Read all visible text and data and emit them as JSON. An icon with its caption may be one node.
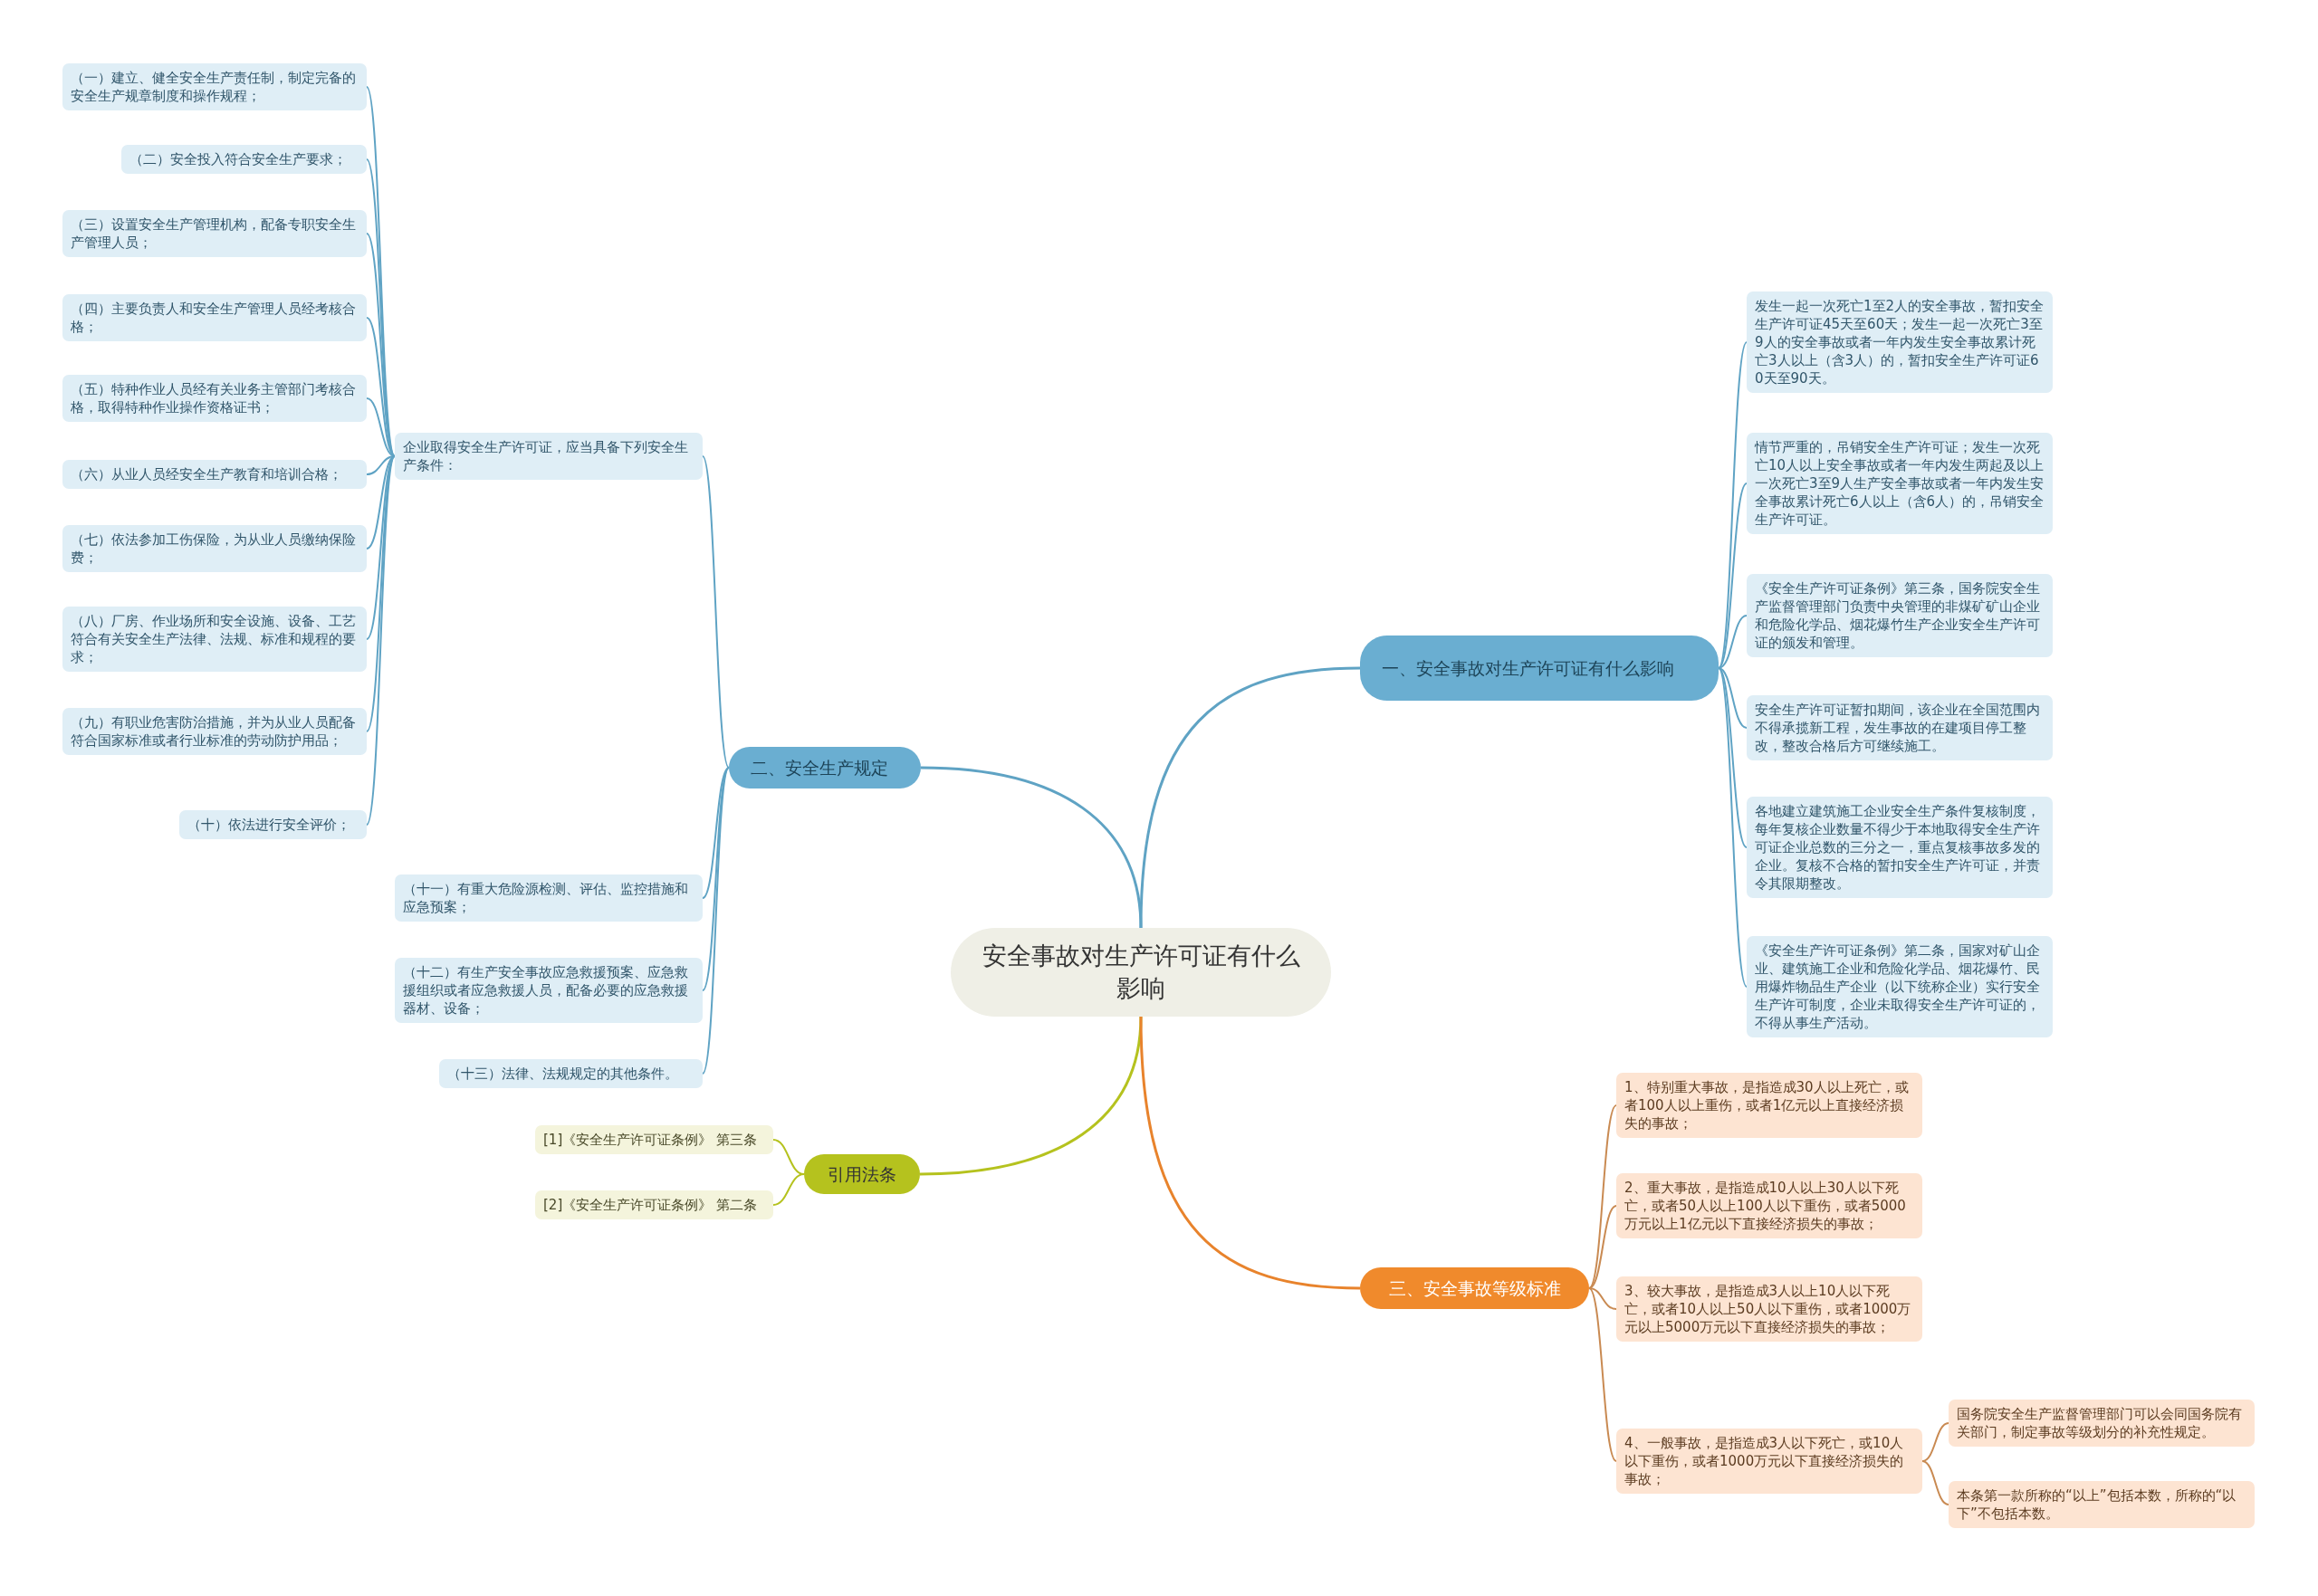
{
  "diagram": {
    "nodes": [
      {
        "text": [
          "安全事故对生产许可证有什么影响"
        ]
      },
      {
        "text": [
          "一、安全事故对生产许可证有什么影响"
        ]
      },
      {
        "text": [
          "发生一起一次死亡1至2人的安全事故，暂扣安全生产许可证45天至60天；发生一起一次死亡3至9人的安全事故或者一年内发生安全事故累计死亡3人以上（含3人）的，暂扣安全生产许可证60天至90天。"
        ]
      },
      {
        "text": [
          "情节严重的，吊销安全生产许可证；发生一次死亡10人以上安全事故或者一年内发生两起及以上一次死亡3至9人生产安全事故或者一年内发生安全事故累计死亡6人以上（含6人）的，吊销安全生产许可证。"
        ]
      },
      {
        "text": [
          "《安全生产许可证条例》第三条，国务院安全生产监督管理部门负责中央管理的非煤矿矿山企业和危险化学品、烟花爆竹生产企业安全生产许可证的颁发和管理。"
        ]
      },
      {
        "text": [
          "安全生产许可证暂扣期间，该企业在全国范围内不得承揽新工程，发生事故的在建项目停工整改，整改合格后方可继续施工。"
        ]
      },
      {
        "text": [
          "各地建立建筑施工企业安全生产条件复核制度，每年复核企业数量不得少于本地取得安全生产许可证企业总数的三分之一，重点复核事故多发的企业。复核不合格的暂扣安全生产许可证，并责令其限期整改。"
        ]
      },
      {
        "text": [
          "《安全生产许可证条例》第二条，国家对矿山企业、建筑施工企业和危险化学品、烟花爆竹、民用爆炸物品生产企业（以下统称企业）实行安全生产许可制度，企业未取得安全生产许可证的，不得从事生产活动。"
        ]
      },
      {
        "text": [
          "二、安全生产规定"
        ]
      },
      {
        "text": [
          "企业取得安全生产许可证，应当具备下列安全生产条件："
        ]
      },
      {
        "text": [
          "（一）建立、健全安全生产责任制，制定完备的安全生产规章制度和操作规程；"
        ]
      },
      {
        "text": [
          "（二）安全投入符合安全生产要求；"
        ]
      },
      {
        "text": [
          "（三）设置安全生产管理机构，配备专职安全生产管理人员；"
        ]
      },
      {
        "text": [
          "（四）主要负责人和安全生产管理人员经考核合格；"
        ]
      },
      {
        "text": [
          "（五）特种作业人员经有关业务主管部门考核合格，取得特种作业操作资格证书；"
        ]
      },
      {
        "text": [
          "（六）从业人员经安全生产教育和培训合格；"
        ]
      },
      {
        "text": [
          "（七）依法参加工伤保险，为从业人员缴纳保险费；"
        ]
      },
      {
        "text": [
          "（八）厂房、作业场所和安全设施、设备、工艺符合有关安全生产法律、法规、标准和规程的要求；"
        ]
      },
      {
        "text": [
          "（九）有职业危害防治措施，并为从业人员配备符合国家标准或者行业标准的劳动防护用品；"
        ]
      },
      {
        "text": [
          "（十）依法进行安全评价；"
        ]
      },
      {
        "text": [
          "（十一）有重大危险源检测、评估、监控措施和应急预案；"
        ]
      },
      {
        "text": [
          "（十二）有生产安全事故应急救援预案、应急救援组织或者应急救援人员，配备必要的应急救援器材、设备；"
        ]
      },
      {
        "text": [
          "（十三）法律、法规规定的其他条件。"
        ]
      },
      {
        "text": [
          "引用法条"
        ]
      },
      {
        "text": [
          "[1]《安全生产许可证条例》 第三条"
        ]
      },
      {
        "text": [
          "[2]《安全生产许可证条例》 第二条"
        ]
      },
      {
        "text": [
          "三、安全事故等级标准"
        ]
      },
      {
        "text": [
          "1、特别重大事故，是指造成30人以上死亡，或者100人以上重伤，或者1亿元以上直接经济损失的事故；"
        ]
      },
      {
        "text": [
          "2、重大事故，是指造成10人以上30人以下死亡，或者50人以上100人以下重伤，或者5000万元以上1亿元以下直接经济损失的事故；"
        ]
      },
      {
        "text": [
          "3、较大事故，是指造成3人以上10人以下死亡，或者10人以上50人以下重伤，或者1000万元以上5000万元以下直接经济损失的事故；"
        ]
      },
      {
        "text": [
          "4、一般事故，是指造成3人以下死亡，或10人以下重伤，或者1000万元以下直接经济损失的事故；"
        ]
      },
      {
        "text": [
          "国务院安全生产监督管理部门可以会同国务院有关部门，制定事故等级划分的补充性规定。"
        ]
      },
      {
        "text": [
          "本条第一款所称的“以上”包括本数，所称的“以下”不包括本数。"
        ]
      }
    ],
    "edges": [
      {
        "from": 0,
        "to": 1,
        "arrow": "none"
      },
      {
        "from": 1,
        "to": 2,
        "arrow": "none"
      },
      {
        "from": 1,
        "to": 3,
        "arrow": "none"
      },
      {
        "from": 1,
        "to": 4,
        "arrow": "none"
      },
      {
        "from": 1,
        "to": 5,
        "arrow": "none"
      },
      {
        "from": 1,
        "to": 6,
        "arrow": "none"
      },
      {
        "from": 1,
        "to": 7,
        "arrow": "none"
      },
      {
        "from": 0,
        "to": 8,
        "arrow": "none"
      },
      {
        "from": 8,
        "to": 9,
        "arrow": "none"
      },
      {
        "from": 9,
        "to": 10,
        "arrow": "none"
      },
      {
        "from": 9,
        "to": 11,
        "arrow": "none"
      },
      {
        "from": 9,
        "to": 12,
        "arrow": "none"
      },
      {
        "from": 9,
        "to": 13,
        "arrow": "none"
      },
      {
        "from": 9,
        "to": 14,
        "arrow": "none"
      },
      {
        "from": 9,
        "to": 15,
        "arrow": "none"
      },
      {
        "from": 9,
        "to": 16,
        "arrow": "none"
      },
      {
        "from": 9,
        "to": 17,
        "arrow": "none"
      },
      {
        "from": 9,
        "to": 18,
        "arrow": "none"
      },
      {
        "from": 9,
        "to": 19,
        "arrow": "none"
      },
      {
        "from": 8,
        "to": 20,
        "arrow": "none"
      },
      {
        "from": 8,
        "to": 21,
        "arrow": "none"
      },
      {
        "from": 8,
        "to": 22,
        "arrow": "none"
      },
      {
        "from": 0,
        "to": 23,
        "arrow": "none",
        "color": "#b5c21e"
      },
      {
        "from": 23,
        "to": 24,
        "arrow": "none",
        "color": "#b5c21e"
      },
      {
        "from": 23,
        "to": 25,
        "arrow": "none",
        "color": "#b5c21e"
      },
      {
        "from": 0,
        "to": 26,
        "arrow": "none",
        "color": "#e8832c"
      },
      {
        "from": 26,
        "to": 27,
        "arrow": "none",
        "color": "#c98a52"
      },
      {
        "from": 26,
        "to": 28,
        "arrow": "none",
        "color": "#c98a52"
      },
      {
        "from": 26,
        "to": 29,
        "arrow": "none",
        "color": "#c98a52"
      },
      {
        "from": 26,
        "to": 30,
        "arrow": "none",
        "color": "#c98a52"
      },
      {
        "from": 30,
        "to": 31,
        "arrow": "none",
        "color": "#c98a52"
      },
      {
        "from": 30,
        "to": 32,
        "arrow": "none",
        "color": "#c98a52"
      }
    ]
  }
}
